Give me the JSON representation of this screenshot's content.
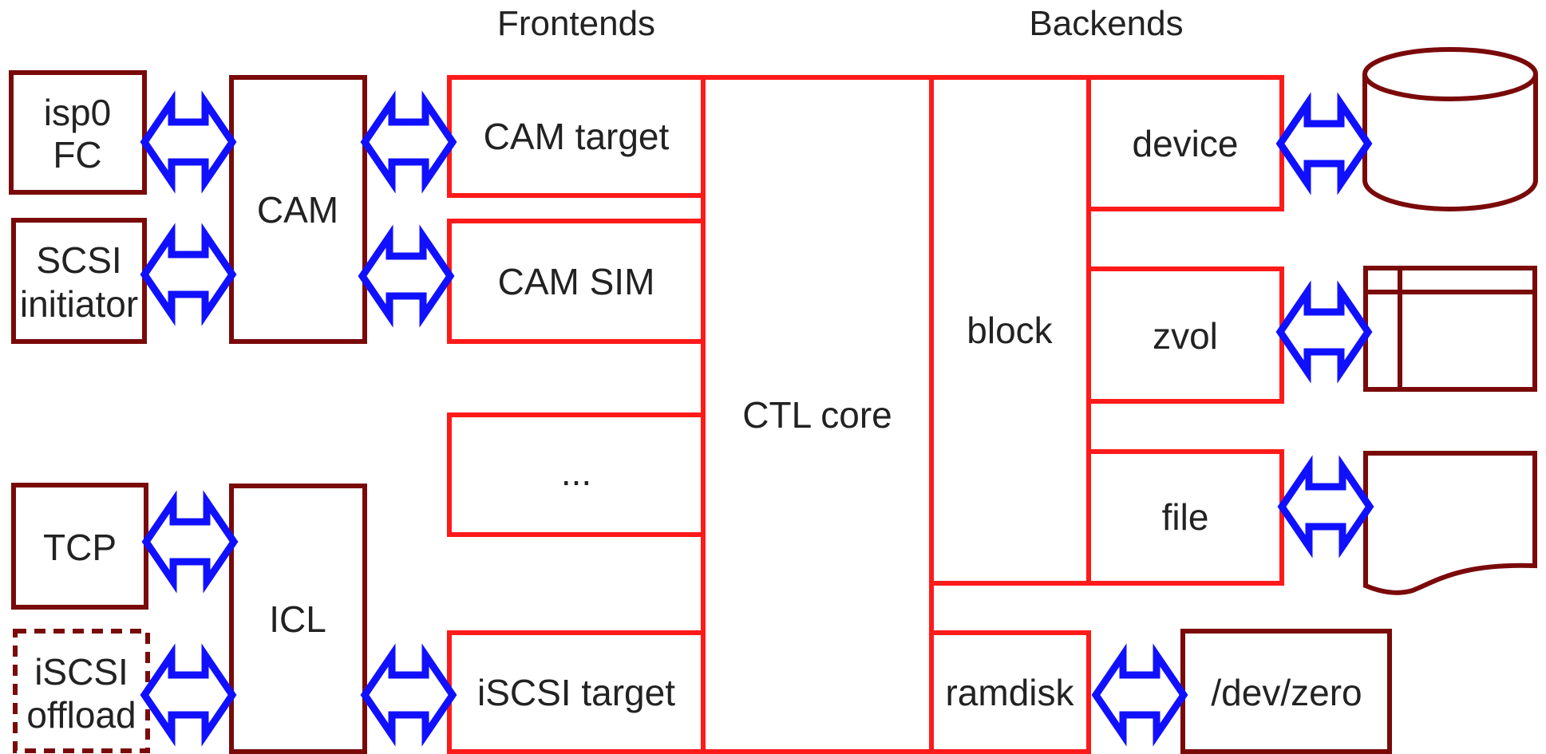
{
  "headers": {
    "frontends": "Frontends",
    "backends": "Backends"
  },
  "external": {
    "isp0_line1": "isp0",
    "isp0_line2": "FC",
    "scsi_line1": "SCSI",
    "scsi_line2": "initiator",
    "tcp": "TCP",
    "iscsi_offload_line1": "iSCSI",
    "iscsi_offload_line2": "offload",
    "cam": "CAM",
    "icl": "ICL"
  },
  "frontends": {
    "cam_target": "CAM target",
    "cam_sim": "CAM SIM",
    "ellipsis": "...",
    "iscsi_target": "iSCSI target"
  },
  "core": {
    "ctl_core": "CTL core"
  },
  "backends": {
    "block": "block",
    "device": "device",
    "zvol": "zvol",
    "file": "file",
    "ramdisk": "ramdisk",
    "dev_zero": "/dev/zero"
  },
  "colors": {
    "ctl_red": "#ff1a1a",
    "external_maroon": "#7a0a0a",
    "arrow_blue": "#1010ff",
    "text": "#222222"
  },
  "icons": {
    "disk": "cylinder-disk-icon",
    "zvol": "table-grid-icon",
    "file": "document-page-icon"
  }
}
